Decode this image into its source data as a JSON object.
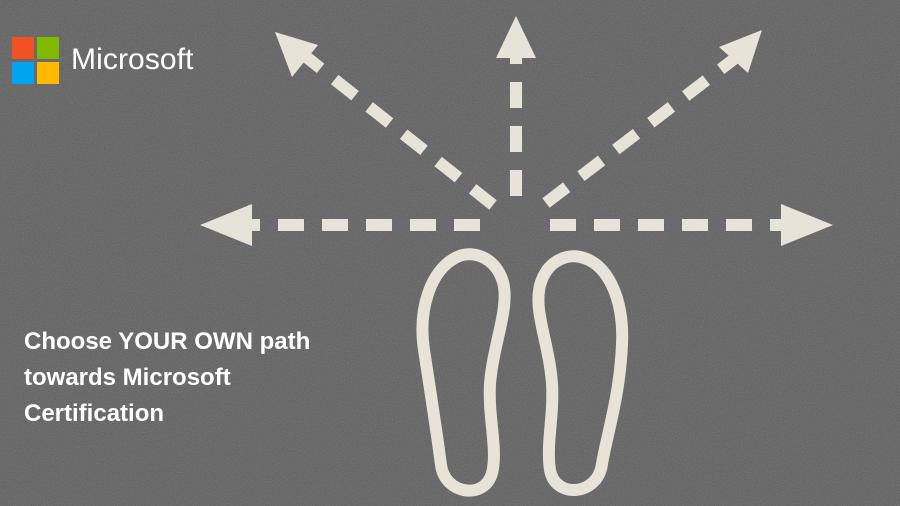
{
  "brand": {
    "name": "Microsoft",
    "logo_colors": {
      "red": "#f25022",
      "green": "#7fba00",
      "blue": "#00a4ef",
      "yellow": "#ffb900"
    }
  },
  "headline": {
    "lines": [
      "Choose YOUR OWN path",
      "towards Microsoft",
      "Certification"
    ]
  },
  "graphic": {
    "arrow_directions": [
      "left",
      "up-left",
      "up",
      "up-right",
      "right"
    ],
    "footprints": [
      "left-footprint",
      "right-footprint"
    ],
    "paint_color": "#e8e3d8"
  }
}
